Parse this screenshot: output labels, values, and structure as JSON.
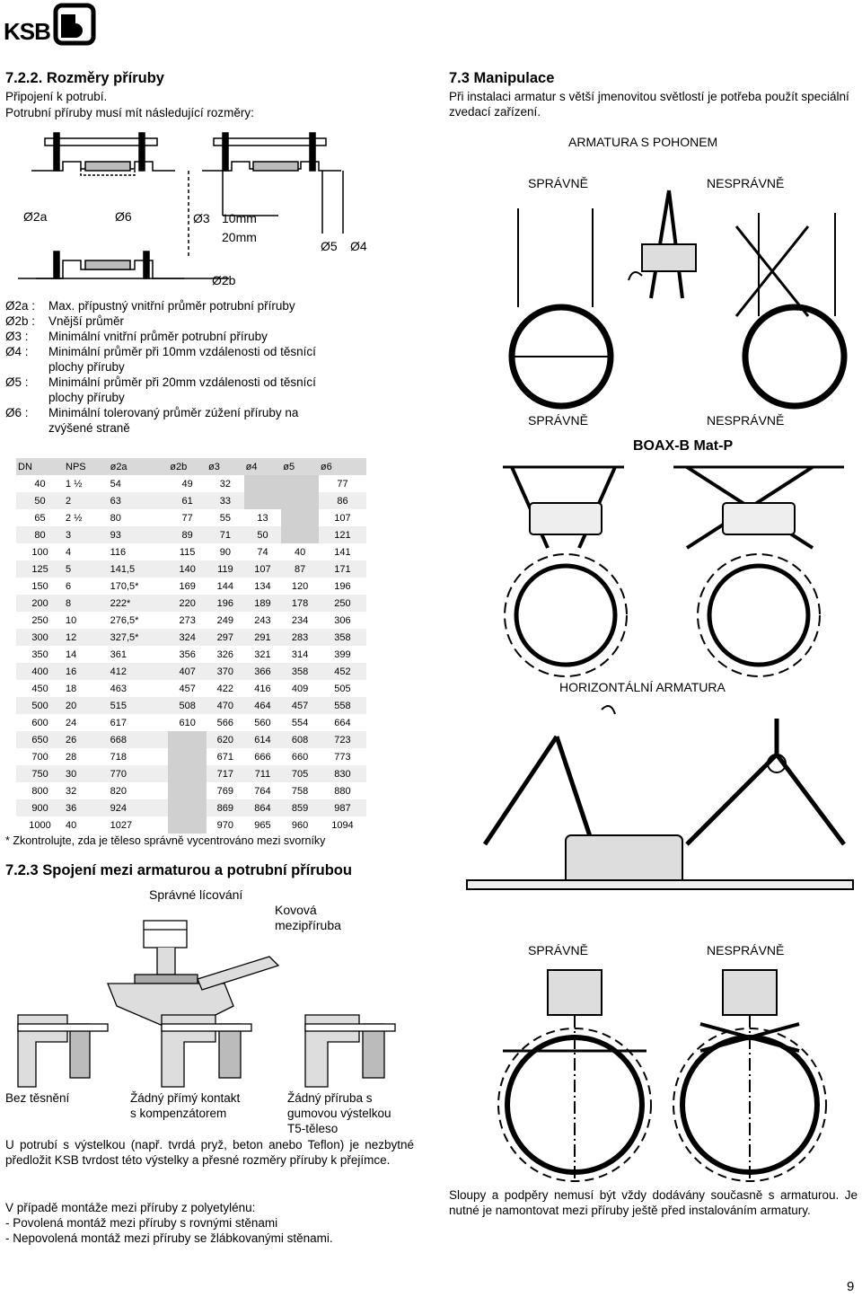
{
  "logo": "KSB",
  "left": {
    "heading": "7.2.2.   Rozměry příruby",
    "intro1": "Připojení k potrubí.",
    "intro2": "Potrubní příruby musí mít následující rozměry:",
    "diagram_labels": {
      "d2a": "Ø2a",
      "d6": "Ø6",
      "d3": "Ø3",
      "mm10": "10mm",
      "mm20": "20mm",
      "d5": "Ø5",
      "d4": "Ø4",
      "d2b": "Ø2b"
    },
    "definitions": [
      {
        "key": "Ø2a :",
        "text": "Max. přípustný vnitřní průměr potrubní příruby"
      },
      {
        "key": "Ø2b :",
        "text": "Vnější průměr"
      },
      {
        "key": "Ø3 :",
        "text": "Minimální vnitřní průměr potrubní příruby"
      },
      {
        "key": "Ø4 :",
        "text": "Minimální průměr při 10mm vzdálenosti od těsnící plochy příruby"
      },
      {
        "key": "Ø5 :",
        "text": "Minimální průměr při 20mm vzdálenosti od těsnící plochy příruby"
      },
      {
        "key": "Ø6 :",
        "text": "Minimální tolerovaný průměr zúžení příruby na zvýšené straně"
      }
    ],
    "table": {
      "headers": [
        "DN",
        "NPS",
        "ø2a",
        "ø2b",
        "ø3",
        "ø4",
        "ø5",
        "ø6"
      ],
      "rows": [
        [
          "40",
          "1 ½",
          "54",
          "49",
          "32",
          "",
          "",
          "77"
        ],
        [
          "50",
          "2",
          "63",
          "61",
          "33",
          "",
          "",
          "86"
        ],
        [
          "65",
          "2 ½",
          "80",
          "77",
          "55",
          "13",
          "",
          "107"
        ],
        [
          "80",
          "3",
          "93",
          "89",
          "71",
          "50",
          "",
          "121"
        ],
        [
          "100",
          "4",
          "116",
          "115",
          "90",
          "74",
          "40",
          "141"
        ],
        [
          "125",
          "5",
          "141,5",
          "140",
          "119",
          "107",
          "87",
          "171"
        ],
        [
          "150",
          "6",
          "170,5*",
          "169",
          "144",
          "134",
          "120",
          "196"
        ],
        [
          "200",
          "8",
          "222*",
          "220",
          "196",
          "189",
          "178",
          "250"
        ],
        [
          "250",
          "10",
          "276,5*",
          "273",
          "249",
          "243",
          "234",
          "306"
        ],
        [
          "300",
          "12",
          "327,5*",
          "324",
          "297",
          "291",
          "283",
          "358"
        ],
        [
          "350",
          "14",
          "361",
          "356",
          "326",
          "321",
          "314",
          "399"
        ],
        [
          "400",
          "16",
          "412",
          "407",
          "370",
          "366",
          "358",
          "452"
        ],
        [
          "450",
          "18",
          "463",
          "457",
          "422",
          "416",
          "409",
          "505"
        ],
        [
          "500",
          "20",
          "515",
          "508",
          "470",
          "464",
          "457",
          "558"
        ],
        [
          "600",
          "24",
          "617",
          "610",
          "566",
          "560",
          "554",
          "664"
        ],
        [
          "650",
          "26",
          "668",
          "",
          "620",
          "614",
          "608",
          "723"
        ],
        [
          "700",
          "28",
          "718",
          "",
          "671",
          "666",
          "660",
          "773"
        ],
        [
          "750",
          "30",
          "770",
          "",
          "717",
          "711",
          "705",
          "830"
        ],
        [
          "800",
          "32",
          "820",
          "",
          "769",
          "764",
          "758",
          "880"
        ],
        [
          "900",
          "36",
          "924",
          "",
          "869",
          "864",
          "859",
          "987"
        ],
        [
          "1000",
          "40",
          "1027",
          "",
          "970",
          "965",
          "960",
          "1094"
        ]
      ],
      "footnote": "* Zkontrolujte, zda je těleso správně vycentrováno mezi svorníky"
    },
    "heading2": "7.2.3   Spojení mezi armaturou a potrubní přírubou",
    "fig_label_correct": "Správné lícování",
    "fig_label_metal": "Kovová",
    "fig_label_metal2": "mezipříruba",
    "caption1": "Bez těsnění",
    "caption2a": "Žádný přímý kontakt",
    "caption2b": "s  kompenzátorem",
    "caption3a": "Žádný příruba s",
    "caption3b": "gumovou výstelkou",
    "caption3c": "T5-těleso",
    "para1": "U potrubí s výstelkou (např. tvrdá pryž, beton anebo Teflon) je nezbytné předložit KSB tvrdost této výstelky a přesné rozměry příruby k přejímce.",
    "para2_title": "V případě montáže mezi příruby z polyetylénu:",
    "para2_line1": "- Povolená montáž mezi příruby s rovnými stěnami",
    "para2_line2": "- Nepovolená montáž mezi příruby se žlábkovanými stěnami."
  },
  "right": {
    "heading": "7.3     Manipulace",
    "intro": "Při instalaci armatur s větší jmenovitou světlostí je potřeba použít speciální zvedací zařízení.",
    "sub1": "ARMATURA S POHONEM",
    "correct": "SPRÁVNĚ",
    "incorrect": "NESPRÁVNĚ",
    "product": "BOAX-B Mat-P",
    "sub2": "HORIZONTÁLNÍ ARMATURA",
    "note": "Sloupy a podpěry nemusí být vždy dodávány současně s armaturou. Je nutné je namontovat mezi příruby ještě před instalováním armatury."
  },
  "page_number": "9"
}
